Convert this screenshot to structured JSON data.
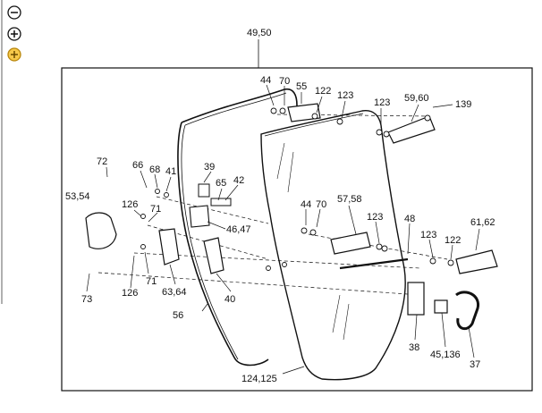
{
  "toolbar": {
    "zoom_out": {
      "icon": "zoom-out-icon",
      "color": "#111111"
    },
    "zoom_in": {
      "icon": "zoom-in-icon",
      "color": "#111111"
    },
    "zoom_fit": {
      "icon": "zoom-fit-icon",
      "color": "#e6a817"
    }
  },
  "diagram": {
    "callouts": [
      {
        "id": "c-49-50",
        "text": "49,50"
      },
      {
        "id": "c-44a",
        "text": "44"
      },
      {
        "id": "c-70a",
        "text": "70"
      },
      {
        "id": "c-55",
        "text": "55"
      },
      {
        "id": "c-122a",
        "text": "122"
      },
      {
        "id": "c-123a",
        "text": "123"
      },
      {
        "id": "c-123b",
        "text": "123"
      },
      {
        "id": "c-59-60",
        "text": "59,60"
      },
      {
        "id": "c-139",
        "text": "139"
      },
      {
        "id": "c-72",
        "text": "72"
      },
      {
        "id": "c-66",
        "text": "66"
      },
      {
        "id": "c-68",
        "text": "68"
      },
      {
        "id": "c-41",
        "text": "41"
      },
      {
        "id": "c-39",
        "text": "39"
      },
      {
        "id": "c-65",
        "text": "65"
      },
      {
        "id": "c-42",
        "text": "42"
      },
      {
        "id": "c-53-54",
        "text": "53,54"
      },
      {
        "id": "c-126a",
        "text": "126"
      },
      {
        "id": "c-71a",
        "text": "71"
      },
      {
        "id": "c-46-47",
        "text": "46,47"
      },
      {
        "id": "c-44b",
        "text": "44"
      },
      {
        "id": "c-70b",
        "text": "70"
      },
      {
        "id": "c-57-58",
        "text": "57,58"
      },
      {
        "id": "c-123c",
        "text": "123"
      },
      {
        "id": "c-48",
        "text": "48"
      },
      {
        "id": "c-61-62",
        "text": "61,62"
      },
      {
        "id": "c-123d",
        "text": "123"
      },
      {
        "id": "c-122b",
        "text": "122"
      },
      {
        "id": "c-73",
        "text": "73"
      },
      {
        "id": "c-126b",
        "text": "126"
      },
      {
        "id": "c-71b",
        "text": "71"
      },
      {
        "id": "c-63-64",
        "text": "63,64"
      },
      {
        "id": "c-40",
        "text": "40"
      },
      {
        "id": "c-56",
        "text": "56"
      },
      {
        "id": "c-38",
        "text": "38"
      },
      {
        "id": "c-45-136",
        "text": "45,136"
      },
      {
        "id": "c-37",
        "text": "37"
      },
      {
        "id": "c-124-125",
        "text": "124,125"
      }
    ]
  }
}
